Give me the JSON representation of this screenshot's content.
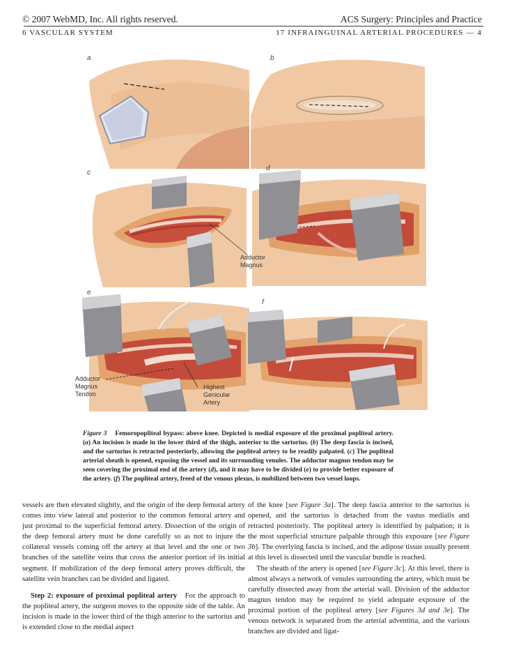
{
  "header": {
    "copyright": "© 2007 WebMD, Inc. All rights reserved.",
    "book_title": "ACS Surgery: Principles and Practice",
    "section": "6  VASCULAR SYSTEM",
    "chapter": "17  INFRAINGUINAL ARTERIAL PROCEDURES — 4"
  },
  "figure": {
    "panels": [
      {
        "label": "a"
      },
      {
        "label": "b"
      },
      {
        "label": "c"
      },
      {
        "label": "d"
      },
      {
        "label": "e"
      },
      {
        "label": "f"
      }
    ],
    "callouts": {
      "adductor_magnus_1": "Adductor",
      "adductor_magnus_2": "Magnus",
      "adductor_tendon_1": "Adductor",
      "adductor_tendon_2": "Magnus",
      "adductor_tendon_3": "Tendon",
      "highest_genicular_1": "Highest",
      "highest_genicular_2": "Genicular",
      "highest_genicular_3": "Artery"
    },
    "caption": {
      "label": "Figure 3",
      "title": "Femoropopliteal bypass: above knee. Depicted is medial exposure of the proximal popliteal artery.",
      "a_letter": "a",
      "a_text": "An incision is made in the lower third of the thigh, anterior to the sartorius.",
      "b_letter": "b",
      "b_text": "The deep fascia is incised, and the sartorius is retracted posteriorly, allowing the popliteal artery to be readily palpated.",
      "c_letter": "c",
      "c_text": "The popliteal arterial sheath is opened, exposing the vessel and its surrounding venules. The adductor magnus tendon may be seen covering the proximal end of the artery",
      "d_letter": "d",
      "d_mid": ", and it may have to be divided",
      "e_letter": "e",
      "e_text": "to provide better exposure of the artery.",
      "f_letter": "f",
      "f_text": "The popliteal artery, freed of the venous plexus, is mobilized between two vessel loops."
    }
  },
  "body": {
    "left": {
      "p1": "vessels are then elevated slightly, and the origin of the deep femoral artery comes into view lateral and posterior to the common femoral artery and just proximal to the superficial femoral artery. Dissection of the origin of the deep femoral artery must be done carefully so as not to injure the collateral vessels coming off the artery at that level and the one or two branches of the satellite veins that cross the anterior portion of its initial segment. If mobilization of the deep femoral artery proves difficult, the satellite vein branches can be divided and ligated.",
      "step_heading": "Step 2: exposure of proximal popliteal artery",
      "p2": "For the approach to the popliteal artery, the surgeon moves to the opposite side of the table. An incision is made in the lower third of the thigh anterior to the sartorius and is extended close to the medial aspect"
    },
    "right": {
      "p1a": "of the knee [",
      "ref_3a": "see Figure 3a",
      "p1b": "]. The deep fascia anterior to the sartorius is opened, and the sartorius is detached from the vastus medialis and retracted posteriorly. The popliteal artery is identified by palpation; it is the most superficial structure palpable through this exposure [",
      "ref_3b": "see Figure 3b",
      "p1c": "]. The overlying fascia is incised, and the adipose tissue usually present at this level is dissected until the vascular bundle is reached.",
      "p2a": "The sheath of the artery is opened [",
      "ref_3c": "see Figure 3c",
      "p2b": "]. At this level, there is almost always a network of venules surrounding the artery, which must be carefully dissected away from the arterial wall. Division of the adductor magnus tendon may be required to yield adequate exposure of the proximal portion of the popliteal artery [",
      "ref_3d3e": "see Figures 3d and 3e",
      "p2c": "]. The venous network is separated from the arterial adventitia, and the various branches are divided and ligat-"
    }
  }
}
